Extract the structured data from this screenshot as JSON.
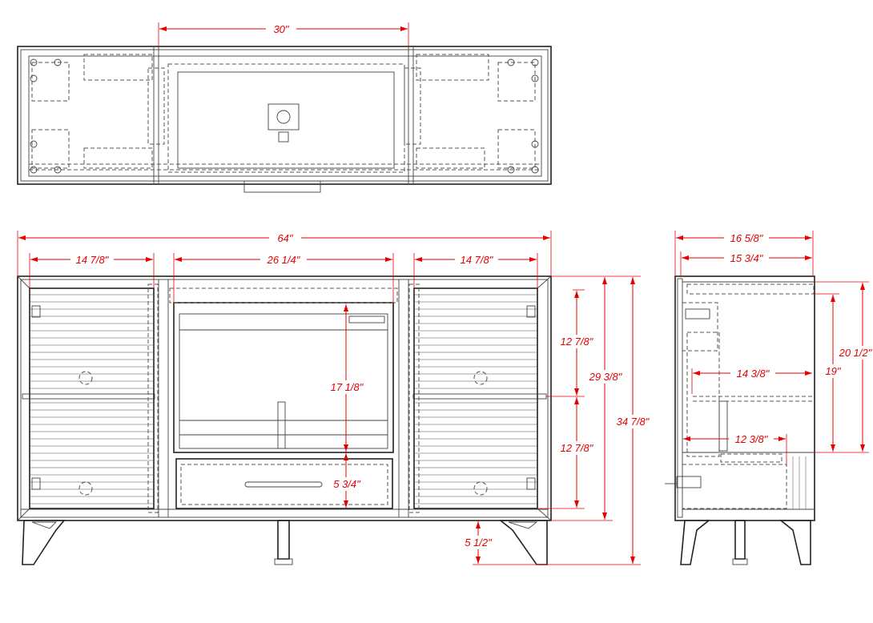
{
  "colors": {
    "dimension": "#e60000",
    "line": "#222222"
  },
  "top_view": {
    "width_label": "30\""
  },
  "front_view": {
    "overall_width": "64\"",
    "left_door_width": "14 7/8\"",
    "firebox_width": "26 1/4\"",
    "right_door_width": "14 7/8\"",
    "upper_door_height": "12 7/8\"",
    "lower_door_height": "12 7/8\"",
    "body_height": "29 3/8\"",
    "overall_height": "34 7/8\"",
    "firebox_height": "17 1/8\"",
    "drawer_height": "5 3/4\"",
    "leg_height": "5 1/2\""
  },
  "side_view": {
    "overall_depth": "16 5/8\"",
    "body_depth": "15 3/4\"",
    "cabinet_height": "20 1/2\"",
    "interior_height": "19\"",
    "shelf_depth": "14 3/8\"",
    "lower_depth": "12 3/8\""
  }
}
